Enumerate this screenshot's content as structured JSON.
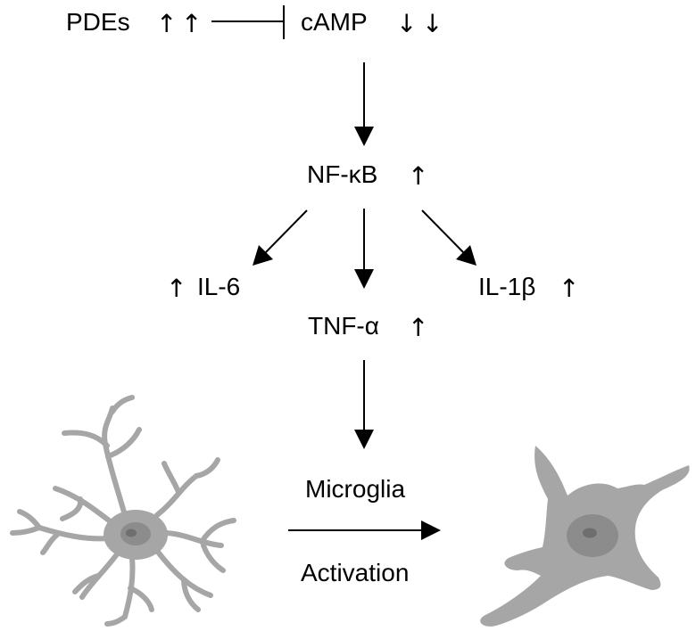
{
  "nodes": {
    "pdes": "PDEs",
    "camp": "cAMP",
    "nfkb": "NF-κB",
    "il6": "IL-6",
    "tnfa": "TNF-α",
    "il1b": "IL-1β",
    "microglia": "Microglia",
    "activation": "Activation"
  },
  "indicators": {
    "up": "↑",
    "down": "↓"
  },
  "colors": {
    "cell_fill": "#a6a6a6",
    "cell_stroke": "#7f7f7f",
    "nucleus_fill": "#8c8c8c",
    "nucleolus_fill": "#6e6e6e",
    "line": "#000000"
  }
}
